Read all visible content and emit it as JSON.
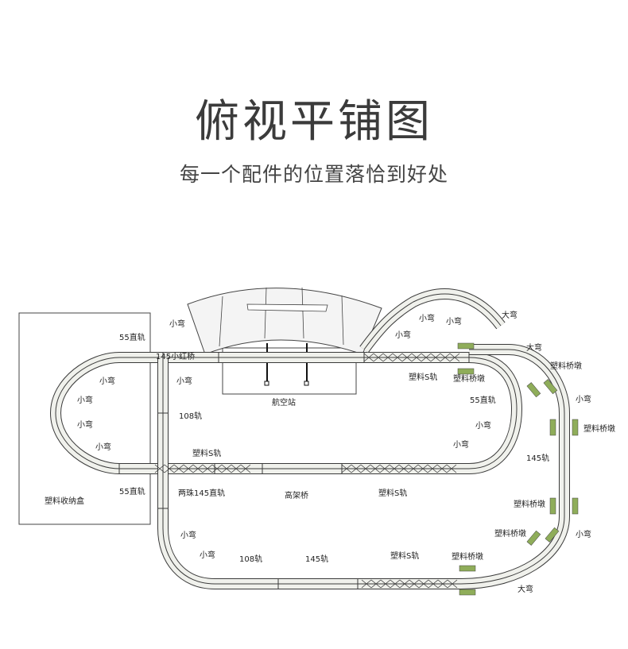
{
  "header": {
    "title": "俯视平铺图",
    "subtitle": "每一个配件的位置落恰到好处"
  },
  "colors": {
    "rail": "#3a3a3a",
    "bed": "#f0f1ec",
    "pier": "#8fad5a"
  },
  "labels": {
    "storage_box": "塑料收纳盒",
    "station": "航空站",
    "curve_small": "小弯",
    "curve_large": "大弯",
    "straight_55": "55直轨",
    "bridge_145_red": "145小红桥",
    "rail_108": "108轨",
    "rail_145": "145轨",
    "s_rail_plastic": "塑料S轨",
    "pier_plastic": "塑料桥墩",
    "straight_145_two_bead": "两珠145直轨",
    "elevated_bridge": "高架桥"
  }
}
